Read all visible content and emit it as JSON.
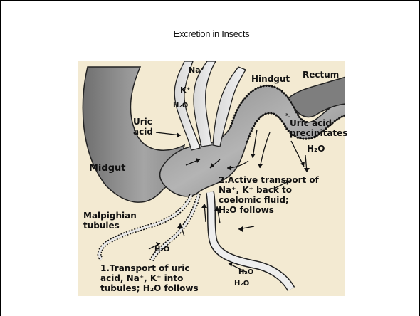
{
  "slide": {
    "title": "Excretion in Insects"
  },
  "diagram": {
    "labels": {
      "na": "Na⁺",
      "k": "K⁺",
      "h2o_top": "H₂O",
      "hindgut": "Hindgut",
      "rectum": "Rectum",
      "uric_acid": "Uric\nacid",
      "midgut": "Midgut",
      "step3": "³.",
      "uric_precipitates": "Uric acid\nprecipitates",
      "h2o_rectum": "H₂O",
      "active_transport": "2.Active transport of\nNa⁺, K⁺ back to\ncoelomic fluid;\nH₂O follows",
      "malpighian": "Malpighian\ntubules",
      "h2o_left": "H₂O",
      "transport_uric": "1.Transport of uric\nacid, Na⁺, K⁺ into\ntubules; H₂O follows",
      "h2o_bottom_1": "H₂O",
      "h2o_bottom_2": "H₂O"
    }
  }
}
